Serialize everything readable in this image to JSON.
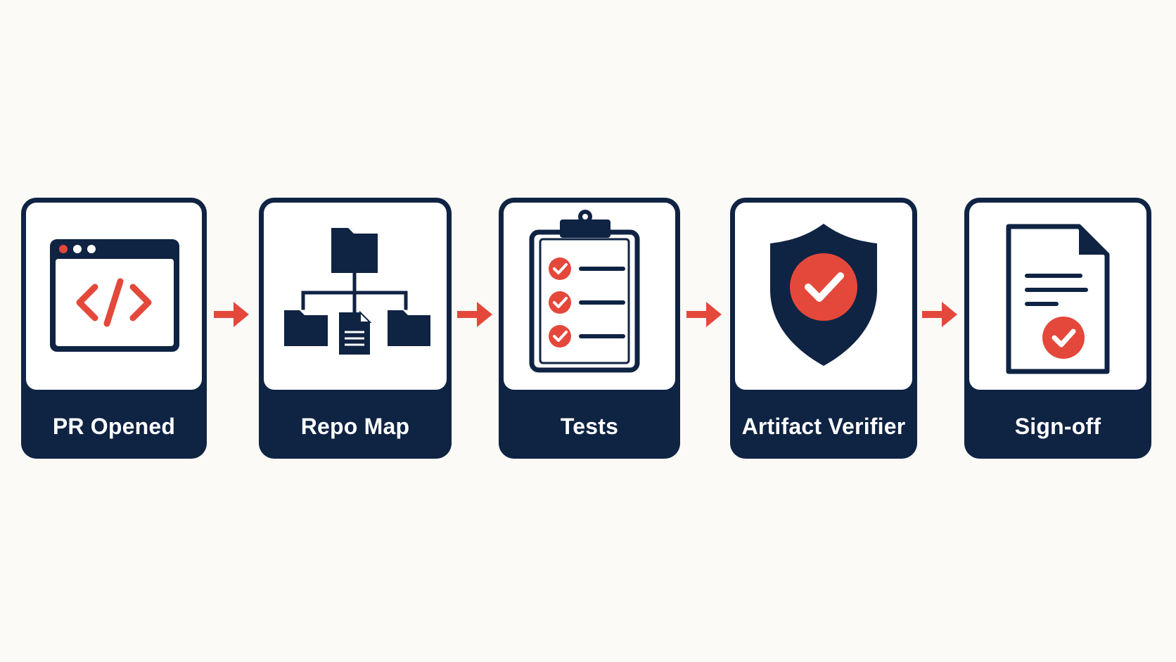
{
  "colors": {
    "navy": "#0f2343",
    "accent": "#e4483b",
    "background": "#fbfaf6",
    "panel": "#ffffff"
  },
  "steps": [
    {
      "label": "PR Opened",
      "icon": "code-window-icon"
    },
    {
      "label": "Repo Map",
      "icon": "folder-tree-icon"
    },
    {
      "label": "Tests",
      "icon": "clipboard-checklist-icon"
    },
    {
      "label": "Artifact Verifier",
      "icon": "shield-check-icon"
    },
    {
      "label": "Sign-off",
      "icon": "signed-document-icon"
    }
  ],
  "connectors": [
    {
      "icon": "arrow-right-icon"
    },
    {
      "icon": "arrow-right-icon"
    },
    {
      "icon": "arrow-right-icon"
    },
    {
      "icon": "arrow-right-icon"
    }
  ]
}
